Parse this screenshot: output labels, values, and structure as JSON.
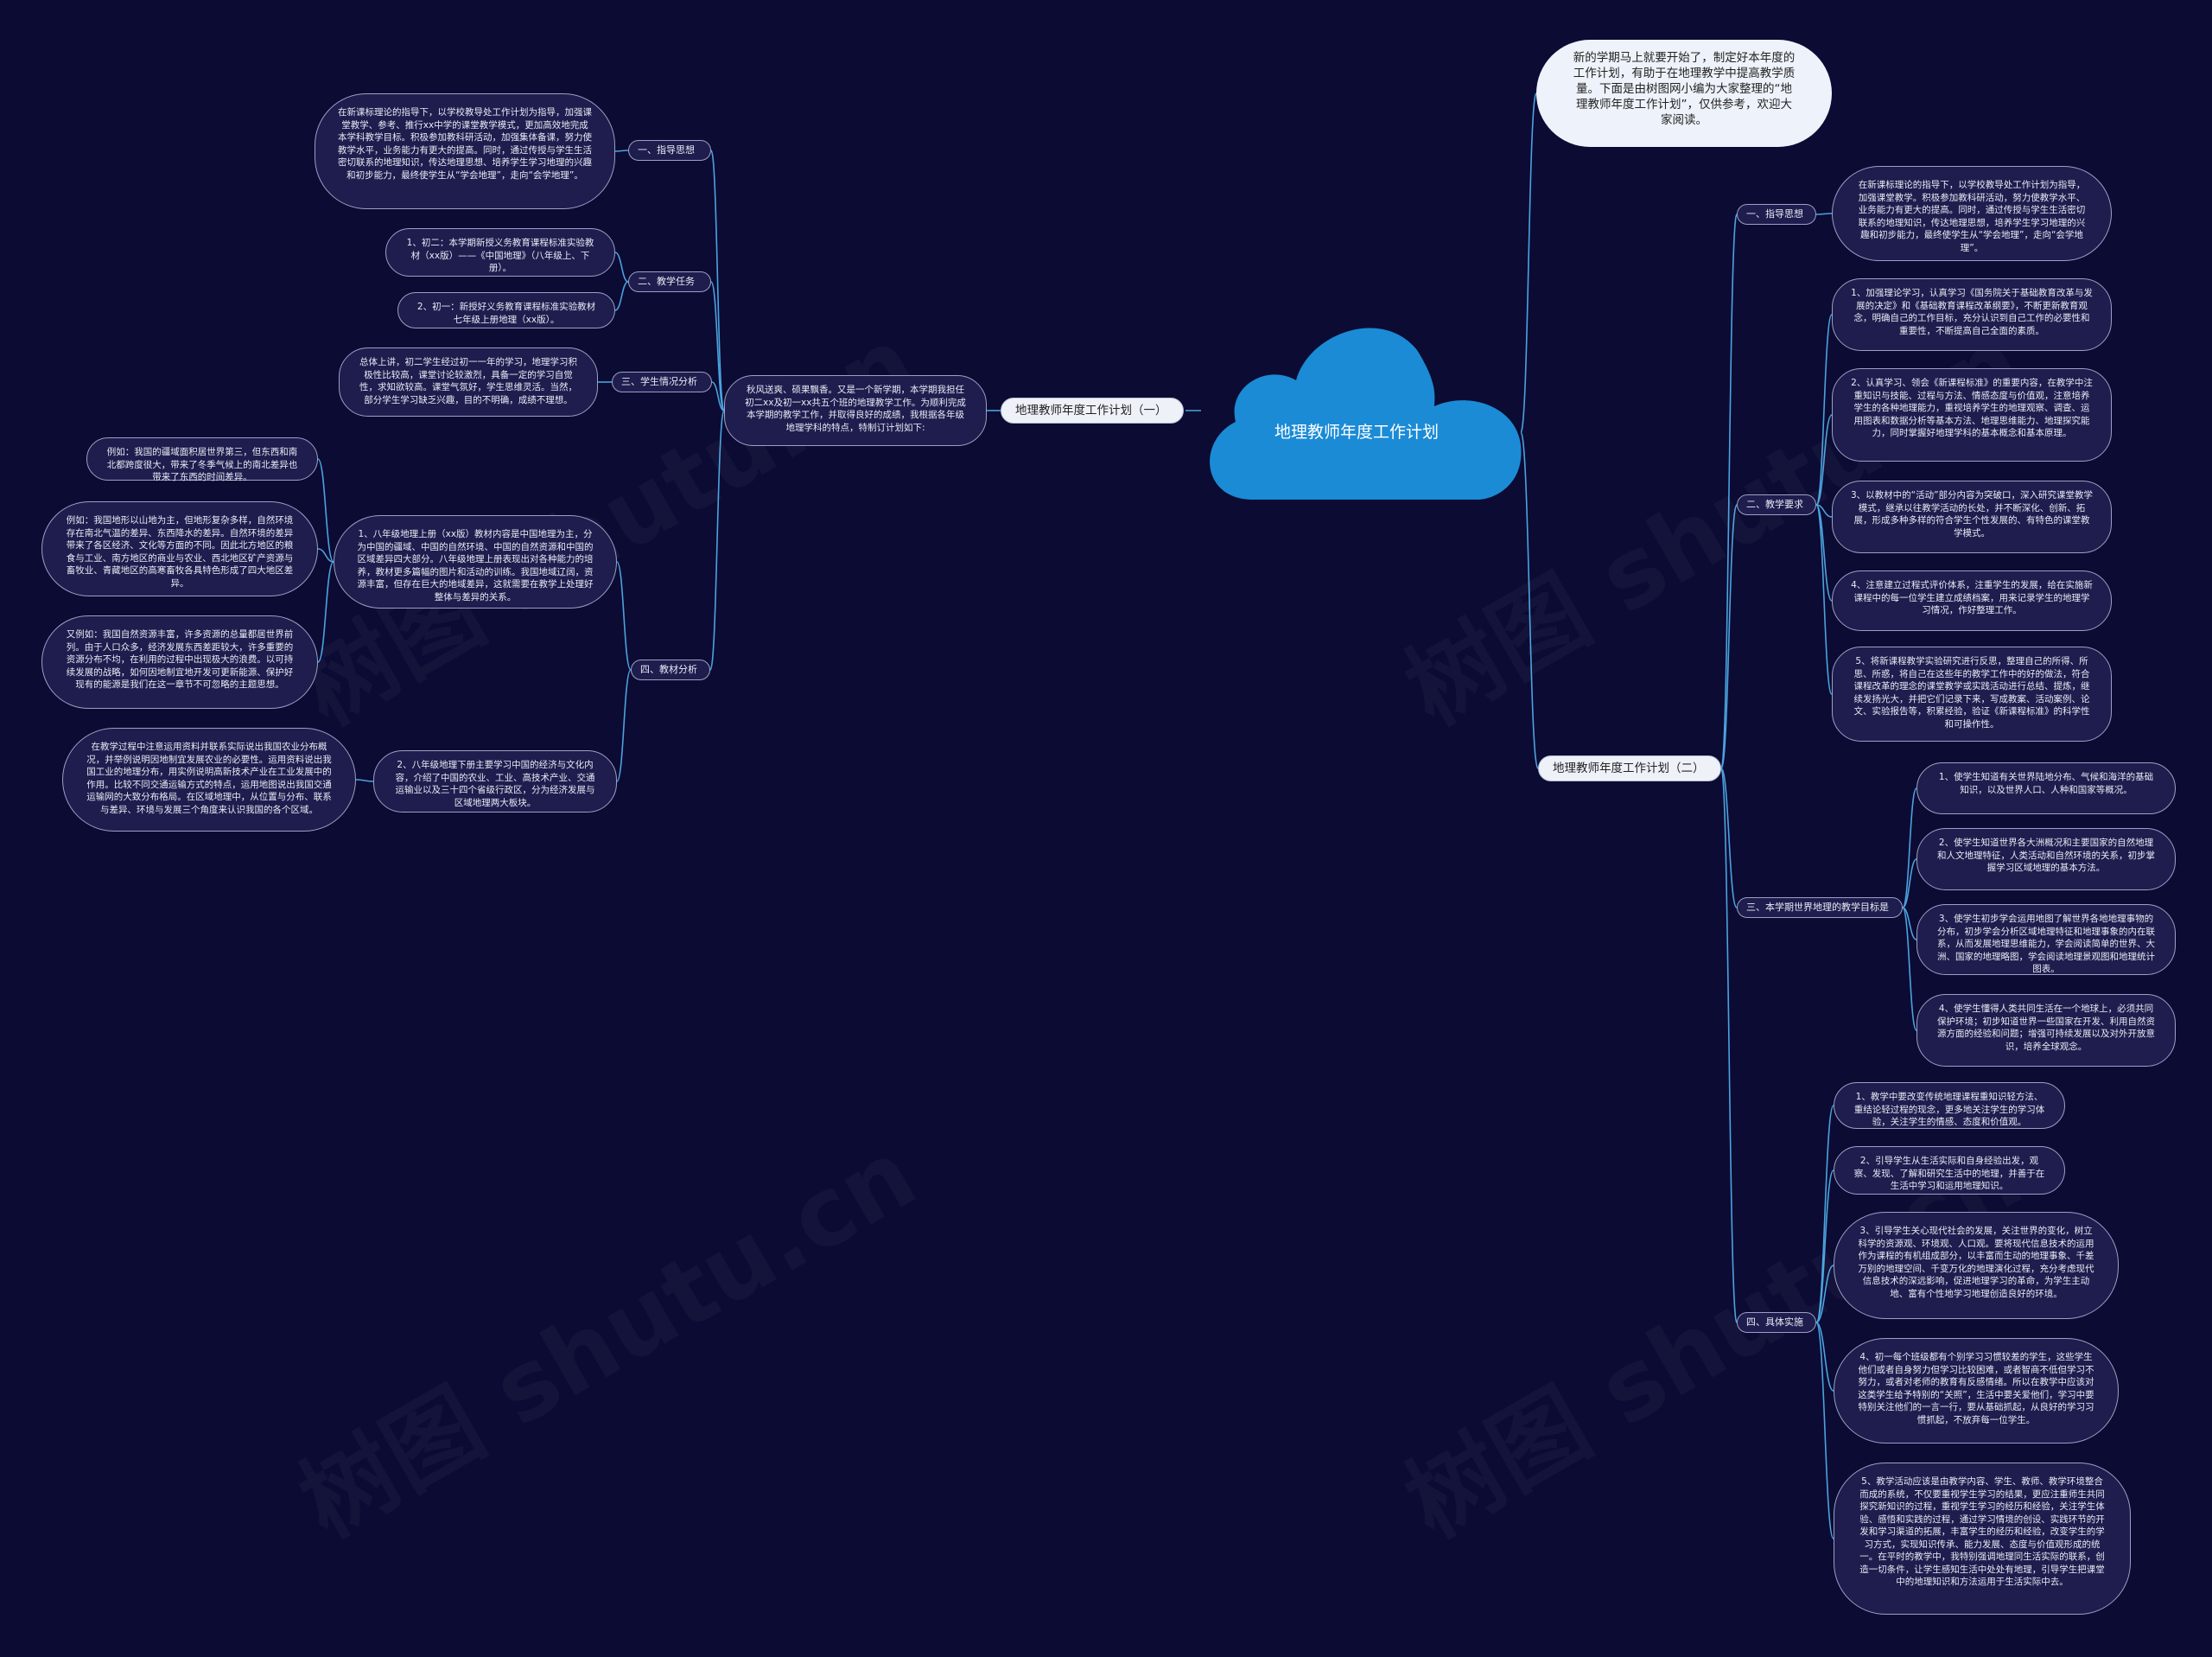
{
  "title": "地理教师年度工作计划",
  "colors": {
    "background": "#0c0b33",
    "cloud": "#1b8bd6",
    "line": "#4aa3e0",
    "node_fill": "#1e1d4e"
  },
  "watermark": "树图 shutu.cn",
  "intro": "新的学期马上就要开始了，制定好本年度的工作计划，有助于在地理教学中提高教学质量。下面是由树图网小编为大家整理的“地理教师年度工作计划”，仅供参考，欢迎大家阅读。",
  "left": {
    "title": "地理教师年度工作计划（一）",
    "summary": "秋风送爽、硕果飘香。又是一个新学期，本学期我担任初二xx及初一xx共五个班的地理教学工作。为顺利完成本学期的教学工作，并取得良好的成绩，我根据各年级地理学科的特点，特制订计划如下:",
    "sections": [
      {
        "label": "一、指导思想",
        "items": [
          "在新课标理论的指导下，以学校教导处工作计划为指导，加强课堂教学、参考、推行xx中学的课堂教学模式，更加高效地完成本学科教学目标。积极参加教科研活动，加强集体备课，努力使教学水平，业务能力有更大的提高。同时，通过传授与学生生活密切联系的地理知识，传达地理思想、培养学生学习地理的兴趣和初步能力，最终使学生从“学会地理”，走向“会学地理”。"
        ]
      },
      {
        "label": "二、教学任务",
        "items": [
          "1、初二：本学期新授义务教育课程标准实验教材（xx版）——《中国地理》（八年级上、下册）。",
          "2、初一：新授好义务教育课程标准实验教材七年级上册地理（xx版）。"
        ]
      },
      {
        "label": "三、学生情况分析",
        "items": [
          "总体上讲，初二学生经过初一一年的学习，地理学习积极性比较高，课堂讨论较激烈，具备一定的学习自觉性，求知欲较高。课堂气氛好，学生思维灵活。当然，部分学生学习缺乏兴趣，目的不明确，成绩不理想。"
        ]
      },
      {
        "label": "四、教材分析",
        "items": [
          {
            "text": "1、八年级地理上册（xx版）教材内容是中国地理为主，分为中国的疆域、中国的自然环境、中国的自然资源和中国的区域差异四大部分。八年级地理上册表现出对各种能力的培养，教材更多篇幅的图片和活动的训练。我国地域辽阔，资源丰富，但存在巨大的地域差异，这就需要在教学上处理好整体与差异的关系。",
            "examples": [
              "例如：我国的疆域面积居世界第三，但东西和南北都跨度很大，带来了冬季气候上的南北差异也带来了东西的时间差异。",
              "例如：我国地形以山地为主，但地形复杂多样，自然环境存在南北气温的差异、东西降水的差异。自然环境的差异带来了各区经济、文化等方面的不同。因此北方地区的粮食与工业、南方地区的商业与农业、西北地区矿产资源与畜牧业、青藏地区的高寒畜牧各具特色形成了四大地区差异。",
              "又例如：我国自然资源丰富，许多资源的总量都居世界前列。由于人口众多，经济发展东西差距较大，许多重要的资源分布不均，在利用的过程中出现极大的浪费。以可持续发展的战略，如何因地制宜地开发可更新能源、保护好现有的能源是我们在这一章节不可忽略的主题思想。"
            ]
          },
          {
            "text": "2、八年级地理下册主要学习中国的经济与文化内容，介绍了中国的农业、工业、高技术产业、交通运输业以及三十四个省级行政区，分为经济发展与区域地理两大板块。",
            "examples": [
              "在教学过程中注意运用资料并联系实际说出我国农业分布概况，并举例说明因地制宜发展农业的必要性。运用资料说出我国工业的地理分布，用实例说明高新技术产业在工业发展中的作用。比较不同交通运输方式的特点，运用地图说出我国交通运输网的大致分布格局。在区域地理中，从位置与分布、联系与差异、环境与发展三个角度来认识我国的各个区域。"
            ]
          }
        ]
      }
    ]
  },
  "right": {
    "title": "地理教师年度工作计划（二）",
    "sections": [
      {
        "label": "一、指导思想",
        "items": [
          "在新课标理论的指导下，以学校教导处工作计划为指导，加强课堂教学。积极参加教科研活动，努力使教学水平、业务能力有更大的提高。同时，通过传授与学生生活密切联系的地理知识，传达地理思想，培养学生学习地理的兴趣和初步能力，最终使学生从“学会地理”，走向“会学地理”。"
        ]
      },
      {
        "label": "二、教学要求",
        "items": [
          "1、加强理论学习，认真学习《国务院关于基础教育改革与发展的决定》和《基础教育课程改革纲要》，不断更新教育观念，明确自己的工作目标，充分认识到自己工作的必要性和重要性，不断提高自己全面的素质。",
          "2、认真学习、领会《新课程标准》的重要内容，在教学中注重知识与技能、过程与方法、情感态度与价值观，注意培养学生的各种地理能力，重视培养学生的地理观察、调查、运用图表和数据分析等基本方法、地理思维能力、地理探究能力，同时掌握好地理学科的基本概念和基本原理。",
          "3、以教材中的“活动”部分内容为突破口，深入研究课堂教学模式，继承以往教学活动的长处，并不断深化、创新、拓展，形成多种多样的符合学生个性发展的、有特色的课堂教学模式。",
          "4、注意建立过程式评价体系，注重学生的发展，给在实施新课程中的每一位学生建立成绩档案，用来记录学生的地理学习情况，作好整理工作。",
          "5、将新课程教学实验研究进行反思，整理自己的所得、所思、所惑，将自己在这些年的教学工作中的好的做法，符合课程改革的理念的课堂教学或实践活动进行总结、提炼，继续发扬光大，并把它们记录下来，写成教案、活动案例、论文、实验报告等，积累经验，验证《新课程标准》的科学性和可操作性。"
        ]
      },
      {
        "label": "三、本学期世界地理的教学目标是",
        "items": [
          "1、使学生知道有关世界陆地分布、气候和海洋的基础知识，以及世界人口、人种和国家等概况。",
          "2、使学生知道世界各大洲概况和主要国家的自然地理和人文地理特征，人类活动和自然环境的关系，初步掌握学习区域地理的基本方法。",
          "3、使学生初步学会运用地图了解世界各地地理事物的分布，初步学会分析区域地理特征和地理事象的内在联系，从而发展地理思维能力，学会阅读简单的世界、大洲、国家的地理略图，学会阅读地理景观图和地理统计图表。",
          "4、使学生懂得人类共同生活在一个地球上，必须共同保护环境；初步知道世界一些国家在开发、利用自然资源方面的经验和问题；增强可持续发展以及对外开放意识，培养全球观念。"
        ]
      },
      {
        "label": "四、具体实施",
        "items": [
          "1、教学中要改变传统地理课程重知识轻方法、重结论轻过程的现念，更多地关注学生的学习体验，关注学生的情感、态度和价值观。",
          "2、引导学生从生活实际和自身经验出发，观察、发现、了解和研究生活中的地理，并善于在生活中学习和运用地理知识。",
          "3、引导学生关心现代社会的发展，关注世界的变化，树立科学的资源观、环境观、人口观。要将现代信息技术的运用作为课程的有机组成部分，以丰富而生动的地理事象、千差万别的地理空间、千变万化的地理演化过程，充分考虑现代信息技术的深远影响，促进地理学习的革命，为学生主动地、富有个性地学习地理创造良好的环境。",
          "4、初一每个班级都有个别学习习惯较差的学生，这些学生他们或者自身努力但学习比较困难，或者智商不低但学习不努力，或者对老师的教育有反感情绪。所以在教学中应该对这类学生给予特别的“关照”，生活中要关爱他们，学习中要特别关注他们的一言一行，要从基础抓起，从良好的学习习惯抓起，不放弃每一位学生。",
          "5、教学活动应该是由教学内容、学生、教师、教学环境整合而成的系统，不仅要重视学生学习的结果，更应注重师生共同探究新知识的过程，重视学生学习的经历和经验，关注学生体验、感悟和实践的过程，通过学习情境的创设、实践环节的开发和学习渠道的拓展，丰富学生的经历和经验，改变学生的学习方式，实现知识传承、能力发展、态度与价值观形成的统一。在平时的教学中，我特别强调地理同生活实际的联系，创造一切条件，让学生感知生活中处处有地理，引导学生把课堂中的地理知识和方法运用于生活实际中去。"
        ]
      }
    ]
  }
}
